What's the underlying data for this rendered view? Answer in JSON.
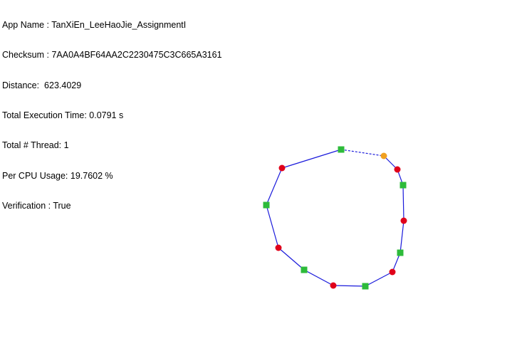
{
  "info": {
    "app_name": "App Name : TanXiEn_LeeHaoJie_AssignmentI",
    "checksum": "Checksum : 7AA0A4BF64AA2C2230475C3C665A3161",
    "distance": "Distance:  623.4029",
    "execution_time": "Total Execution Time: 0.0791 s",
    "threads": "Total # Thread: 1",
    "cpu_usage": "Per CPU Usage: 19.7602 %",
    "verification": "Verification : True"
  },
  "colors": {
    "path": "#1a1adb",
    "city": "#e0001a",
    "depot": "#2dbb3a",
    "start": "#f0a020"
  }
}
